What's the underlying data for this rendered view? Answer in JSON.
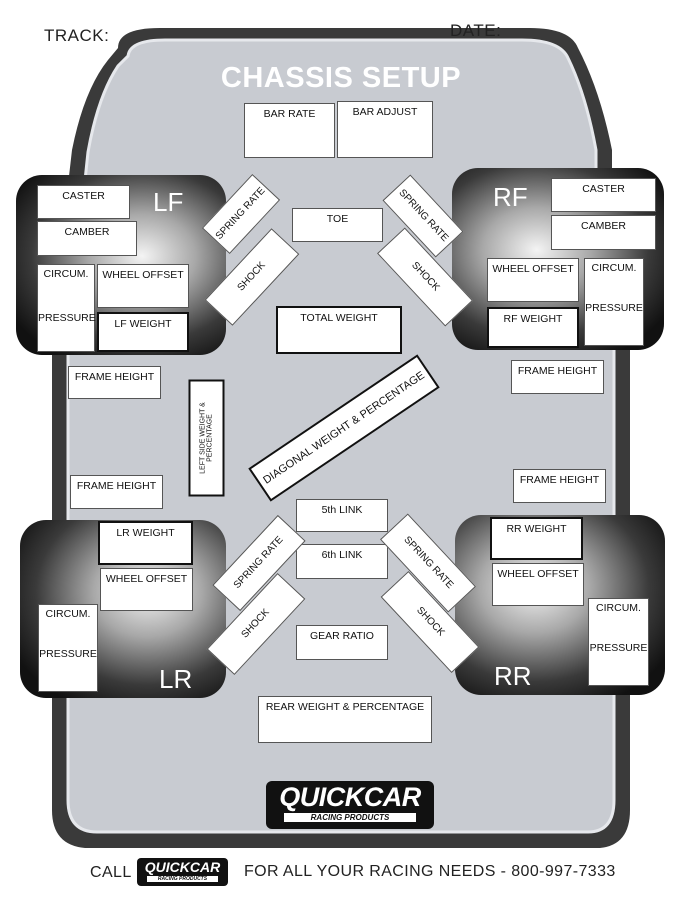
{
  "header": {
    "track_label": "TRACK:",
    "date_label": "DATE:"
  },
  "title": "CHASSIS SETUP",
  "top": {
    "bar_rate": "BAR RATE",
    "bar_adjust": "BAR ADJUST"
  },
  "lf": {
    "label": "LF",
    "caster": "CASTER",
    "camber": "CAMBER",
    "circum": "CIRCUM.",
    "pressure": "PRESSURE",
    "wheel_offset": "WHEEL OFFSET",
    "weight": "LF WEIGHT",
    "spring_rate": "SPRING RATE",
    "shock": "SHOCK"
  },
  "rf": {
    "label": "RF",
    "caster": "CASTER",
    "camber": "CAMBER",
    "circum": "CIRCUM.",
    "pressure": "PRESSURE",
    "wheel_offset": "WHEEL OFFSET",
    "weight": "RF WEIGHT",
    "spring_rate": "SPRING RATE",
    "shock": "SHOCK"
  },
  "lr": {
    "label": "LR",
    "weight": "LR WEIGHT",
    "wheel_offset": "WHEEL OFFSET",
    "circum": "CIRCUM.",
    "pressure": "PRESSURE",
    "spring_rate": "SPRING RATE",
    "shock": "SHOCK"
  },
  "rr": {
    "label": "RR",
    "weight": "RR WEIGHT",
    "wheel_offset": "WHEEL OFFSET",
    "circum": "CIRCUM.",
    "pressure": "PRESSURE",
    "spring_rate": "SPRING RATE",
    "shock": "SHOCK"
  },
  "center": {
    "toe": "TOE",
    "total_weight": "TOTAL WEIGHT",
    "frame_height_lf": "FRAME HEIGHT",
    "frame_height_rf": "FRAME HEIGHT",
    "frame_height_lr": "FRAME HEIGHT",
    "frame_height_rr": "FRAME HEIGHT",
    "left_side_weight": "LEFT SIDE WEIGHT & PERCENTAGE",
    "diagonal_weight": "DIAGONAL WEIGHT & PERCENTAGE",
    "fifth_link": "5th LINK",
    "sixth_link": "6th LINK",
    "gear_ratio": "GEAR RATIO",
    "rear_weight": "REAR WEIGHT & PERCENTAGE"
  },
  "logo": {
    "main": "QUICKCAR",
    "sub": "RACING PRODUCTS"
  },
  "footer": {
    "call": "CALL",
    "tagline": "FOR ALL YOUR RACING NEEDS - 800-997-7333"
  }
}
